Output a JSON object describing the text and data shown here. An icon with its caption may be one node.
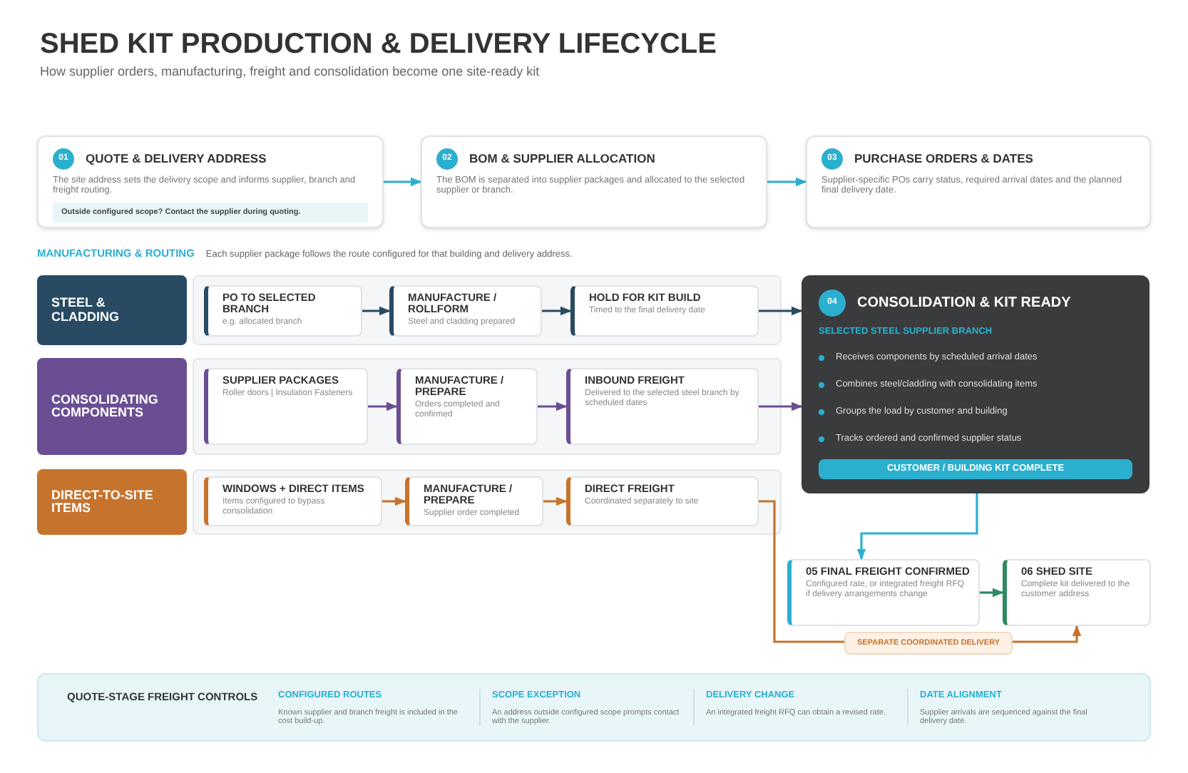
{
  "diagram": {
    "title": "SHED KIT PRODUCTION & DELIVERY LIFECYCLE",
    "caption": "How supplier orders, manufacturing, freight and consolidation become one site-ready kit",
    "nodes": [
      {
        "text": [
          "01",
          "QUOTE & DELIVERY ADDRESS",
          "The site address sets the delivery scope and informs supplier, branch and freight routing.",
          "Outside configured scope? Contact the supplier during quoting."
        ]
      },
      {
        "text": [
          "02",
          "BOM & SUPPLIER ALLOCATION",
          "The BOM is separated into supplier packages and allocated to the selected supplier or branch."
        ]
      },
      {
        "text": [
          "03",
          "PURCHASE ORDERS & DATES",
          "Supplier-specific POs carry status, required arrival dates and the planned final delivery date."
        ]
      },
      {
        "text": [
          "STEEL & CLADDING"
        ]
      },
      {
        "text": [
          "PO TO SELECTED BRANCH",
          "e.g. allocated branch"
        ]
      },
      {
        "text": [
          "MANUFACTURE / ROLLFORM",
          "Steel and cladding prepared"
        ]
      },
      {
        "text": [
          "HOLD FOR KIT BUILD",
          "Timed to the final delivery date"
        ]
      },
      {
        "text": [
          "CONSOLIDATING COMPONENTS"
        ]
      },
      {
        "text": [
          "SUPPLIER PACKAGES",
          "Roller doors | Insulation Fasteners"
        ]
      },
      {
        "text": [
          "MANUFACTURE / PREPARE",
          "Orders completed and confirmed"
        ]
      },
      {
        "text": [
          "INBOUND FREIGHT",
          "Delivered to the selected steel branch by scheduled dates"
        ]
      },
      {
        "text": [
          "DIRECT-TO-SITE ITEMS"
        ]
      },
      {
        "text": [
          "WINDOWS + DIRECT ITEMS",
          "Items configured to bypass consolidation"
        ]
      },
      {
        "text": [
          "MANUFACTURE / PREPARE",
          "Supplier order completed"
        ]
      },
      {
        "text": [
          "DIRECT FREIGHT",
          "Coordinated separately to site"
        ]
      },
      {
        "text": [
          "04",
          "CONSOLIDATION & KIT READY",
          "SELECTED STEEL SUPPLIER BRANCH",
          "Receives components by scheduled arrival dates",
          "Combines steel/cladding with consolidating items",
          "Groups the load by customer and building",
          "Tracks ordered and confirmed supplier status"
        ]
      },
      {
        "text": [
          "CUSTOMER / BUILDING KIT COMPLETE"
        ],
        "in": 15
      },
      {
        "text": [
          "05 FINAL FREIGHT CONFIRMED",
          "Configured rate, or integrated freight RFQ if delivery arrangements change"
        ]
      },
      {
        "text": [
          "06 SHED SITE",
          "Complete kit delivered to the customer address"
        ]
      },
      {
        "text": [
          "QUOTE-STAGE FREIGHT CONTROLS",
          "CONFIGURED ROUTES",
          "Known supplier and branch freight is included in the cost build-up.",
          "SCOPE EXCEPTION",
          "An address outside configured scope prompts contact with the supplier.",
          "DELIVERY CHANGE",
          "An integrated freight RFQ can obtain a revised rate.",
          "DATE ALIGNMENT",
          "Supplier arrivals are sequenced against the final delivery date."
        ]
      }
    ],
    "edges": [
      {
        "from": 0,
        "to": 1,
        "arrow": "to",
        "color": "#2bafcf"
      },
      {
        "from": 1,
        "to": 2,
        "arrow": "to",
        "color": "#2bafcf"
      },
      {
        "from": 4,
        "to": 5,
        "arrow": "to",
        "color": "#284a63"
      },
      {
        "from": 5,
        "to": 6,
        "arrow": "to",
        "color": "#284a63"
      },
      {
        "from": 6,
        "to": 15,
        "arrow": "to",
        "color": "#284a63"
      },
      {
        "from": 8,
        "to": 9,
        "arrow": "to",
        "color": "#6a4e93"
      },
      {
        "from": 9,
        "to": 10,
        "arrow": "to",
        "color": "#6a4e93"
      },
      {
        "from": 10,
        "to": 15,
        "arrow": "to",
        "color": "#6a4e93"
      },
      {
        "from": 12,
        "to": 13,
        "arrow": "to",
        "color": "#c6732d"
      },
      {
        "from": 13,
        "to": 14,
        "arrow": "to",
        "color": "#c6732d"
      },
      {
        "from": 14,
        "to": 18,
        "arrow": "to",
        "color": "#c6732d",
        "label": "SEPARATE COORDINATED DELIVERY"
      },
      {
        "from": 15,
        "to": 17,
        "arrow": "to",
        "color": "#2bafcf"
      },
      {
        "from": 17,
        "to": 18,
        "arrow": "to",
        "color": "#2e8a60"
      }
    ],
    "labels": [
      "MANUFACTURING & ROUTING",
      "Each supplier package follows the route configured for that building and delivery address."
    ]
  }
}
